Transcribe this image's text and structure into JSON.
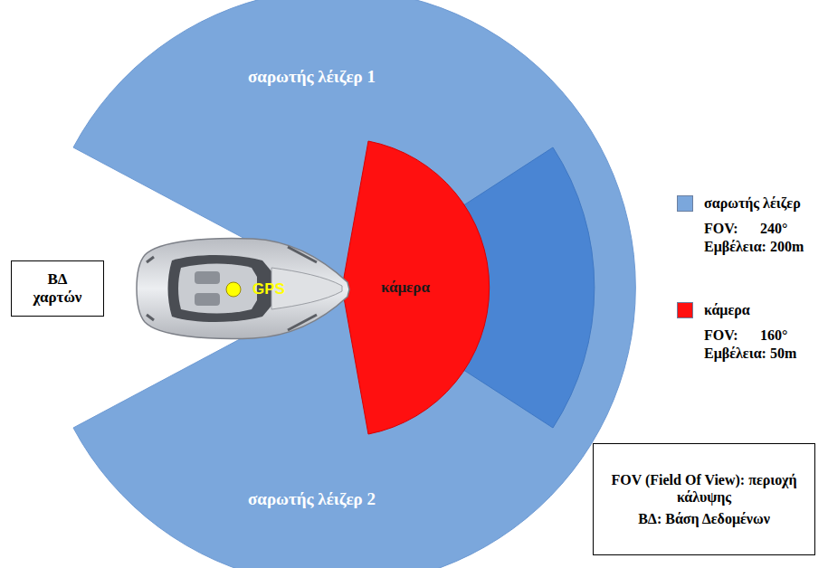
{
  "diagram": {
    "nodes": [
      {
        "text": [
          "σαρωτής λέιζερ 1"
        ]
      },
      {
        "text": [
          "ΒΔ χαρτών"
        ]
      },
      {
        "text": [
          "κάμερα"
        ]
      },
      {
        "text": [
          "σαρωτής λέιζερ 2"
        ]
      },
      {
        "text": [
          "FOV (Field Of View): περιοχή κάλυψης",
          "ΒΔ: Βάση Δεδομένων"
        ]
      }
    ],
    "labels": [
      "GPS",
      "FOV:",
      "240°",
      "Εμβέλεια: 200m",
      "FOV:",
      "160°",
      "Εμβέλεια: 50m"
    ],
    "legend": [
      {
        "text": "σαρωτής λέιζερ",
        "color": "#7ba7dc"
      },
      {
        "text": "κάμερα",
        "color": "#ff1010"
      }
    ]
  }
}
